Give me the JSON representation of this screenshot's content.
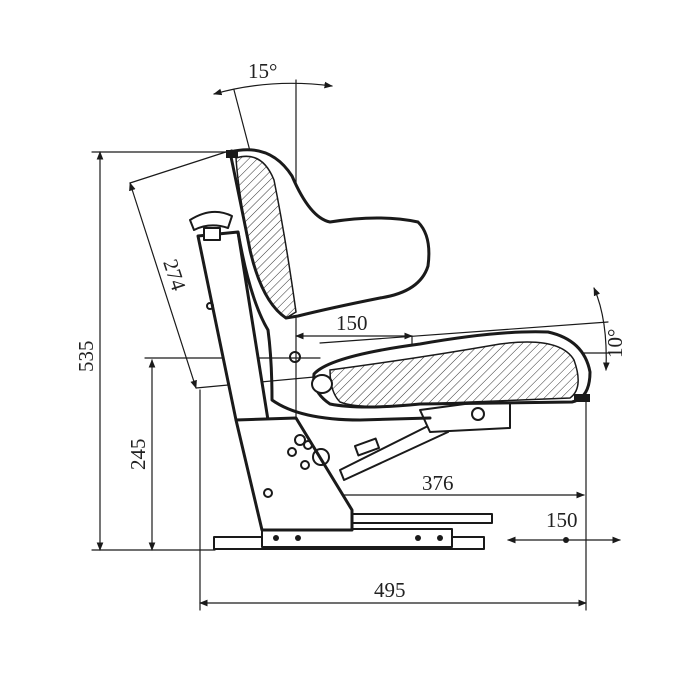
{
  "dimensions": {
    "angle_backrest": "15°",
    "angle_seat": "10°",
    "backrest_length": "274",
    "seat_depth": "150",
    "overall_height": "535",
    "seat_height": "245",
    "seat_offset": "376",
    "slide_travel": "150",
    "overall_depth": "495"
  },
  "colors": {
    "line": "#1a1a1a",
    "background": "#ffffff"
  }
}
